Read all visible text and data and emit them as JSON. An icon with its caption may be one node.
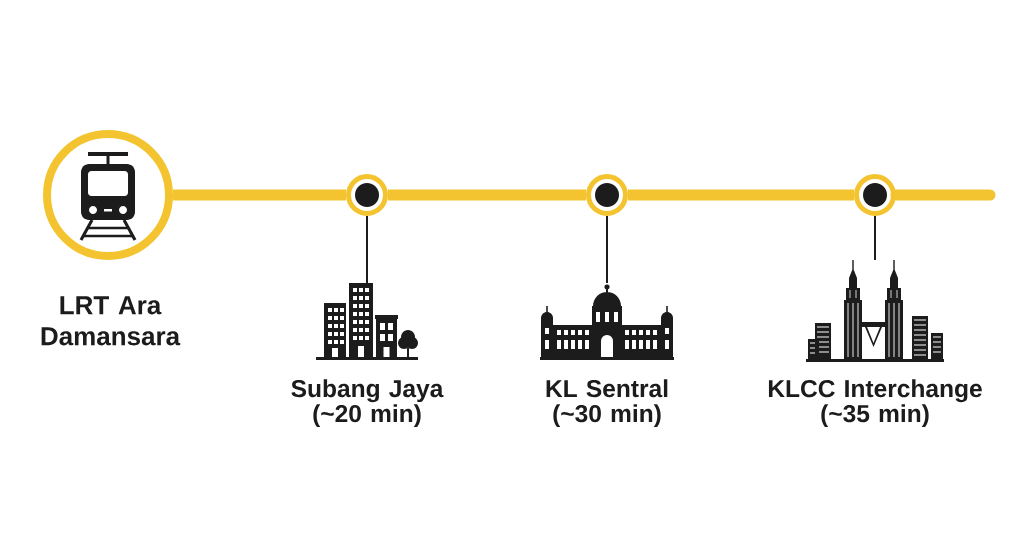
{
  "diagram": {
    "nodes": [
      {
        "text": [
          "LRT Ara Damansara"
        ]
      },
      {
        "text": [],
        "shape": "circle"
      },
      {
        "text": [
          "Subang Jaya (~20 min)"
        ]
      },
      {
        "text": [],
        "shape": "circle"
      },
      {
        "text": [
          "KL Sentral (~30 min)"
        ]
      },
      {
        "text": [],
        "shape": "circle"
      },
      {
        "text": [
          "KLCC Interchange (~35 min)"
        ]
      }
    ],
    "edges": [
      {
        "from": 0,
        "to": 1,
        "arrow": "none"
      },
      {
        "from": 1,
        "to": 3,
        "arrow": "none"
      },
      {
        "from": 3,
        "to": 5,
        "arrow": "none"
      },
      {
        "from": 5,
        "to": null,
        "arrow": "none"
      },
      {
        "from": 1,
        "to": 2,
        "arrow": "none",
        "color": "#1c1c1c"
      },
      {
        "from": 3,
        "to": 4,
        "arrow": "none",
        "color": "#1c1c1c"
      },
      {
        "from": 5,
        "to": 6,
        "arrow": "none",
        "color": "#1c1c1c"
      }
    ]
  }
}
